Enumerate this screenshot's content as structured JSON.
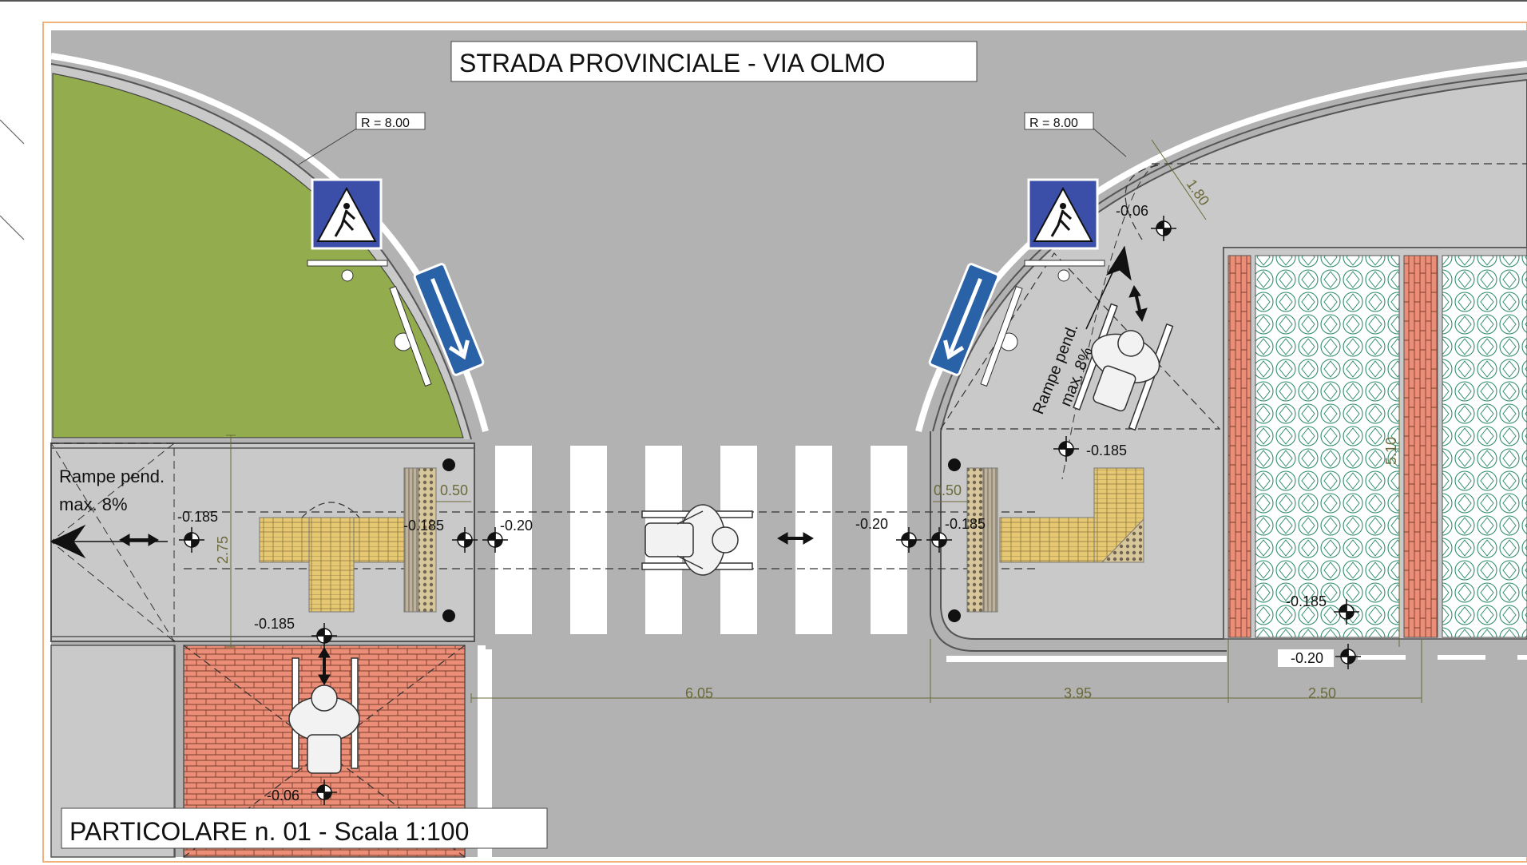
{
  "title": "STRADA PROVINCIALE - VIA  OLMO",
  "footer": "PARTICOLARE n. 01 - Scala 1:100",
  "radius_labels": [
    "R = 8.00",
    "R = 8.00"
  ],
  "ramp_labels": {
    "left_line1": "Rampe pend.",
    "left_line2": "max. 8%",
    "right_line1": "Rampe pend.",
    "right_line2": "max. 8%"
  },
  "elevations": {
    "left_outer": "-0.185",
    "left_inner": "-0.185",
    "left_road": "-0.20",
    "right_road": "-0.20",
    "right_inner": "-0.185",
    "bottom_left": "-0.185",
    "bottom_ramp": "-0.06",
    "top_right": "-0.06",
    "right_mid": "-0.185",
    "parking": "-0.185",
    "parking_road": "-0.20"
  },
  "dimensions": {
    "d_050_left": "0.50",
    "d_050_right": "0.50",
    "d_275": "2.75",
    "d_605": "6.05",
    "d_395": "3.95",
    "d_250": "2.50",
    "d_180": "1.80",
    "d_510": "5.10"
  },
  "colors": {
    "road": "#b2b2b2",
    "sidewalk": "#c9c9c9",
    "grass": "#93ad4e",
    "brick": "#ec8e77",
    "tactile": "#e6c873",
    "sign_blue": "#3b4fa8",
    "arrow_blue": "#2a62a8",
    "parking_green": "#2f8d6b",
    "frame_orange": "#f0b27a"
  }
}
